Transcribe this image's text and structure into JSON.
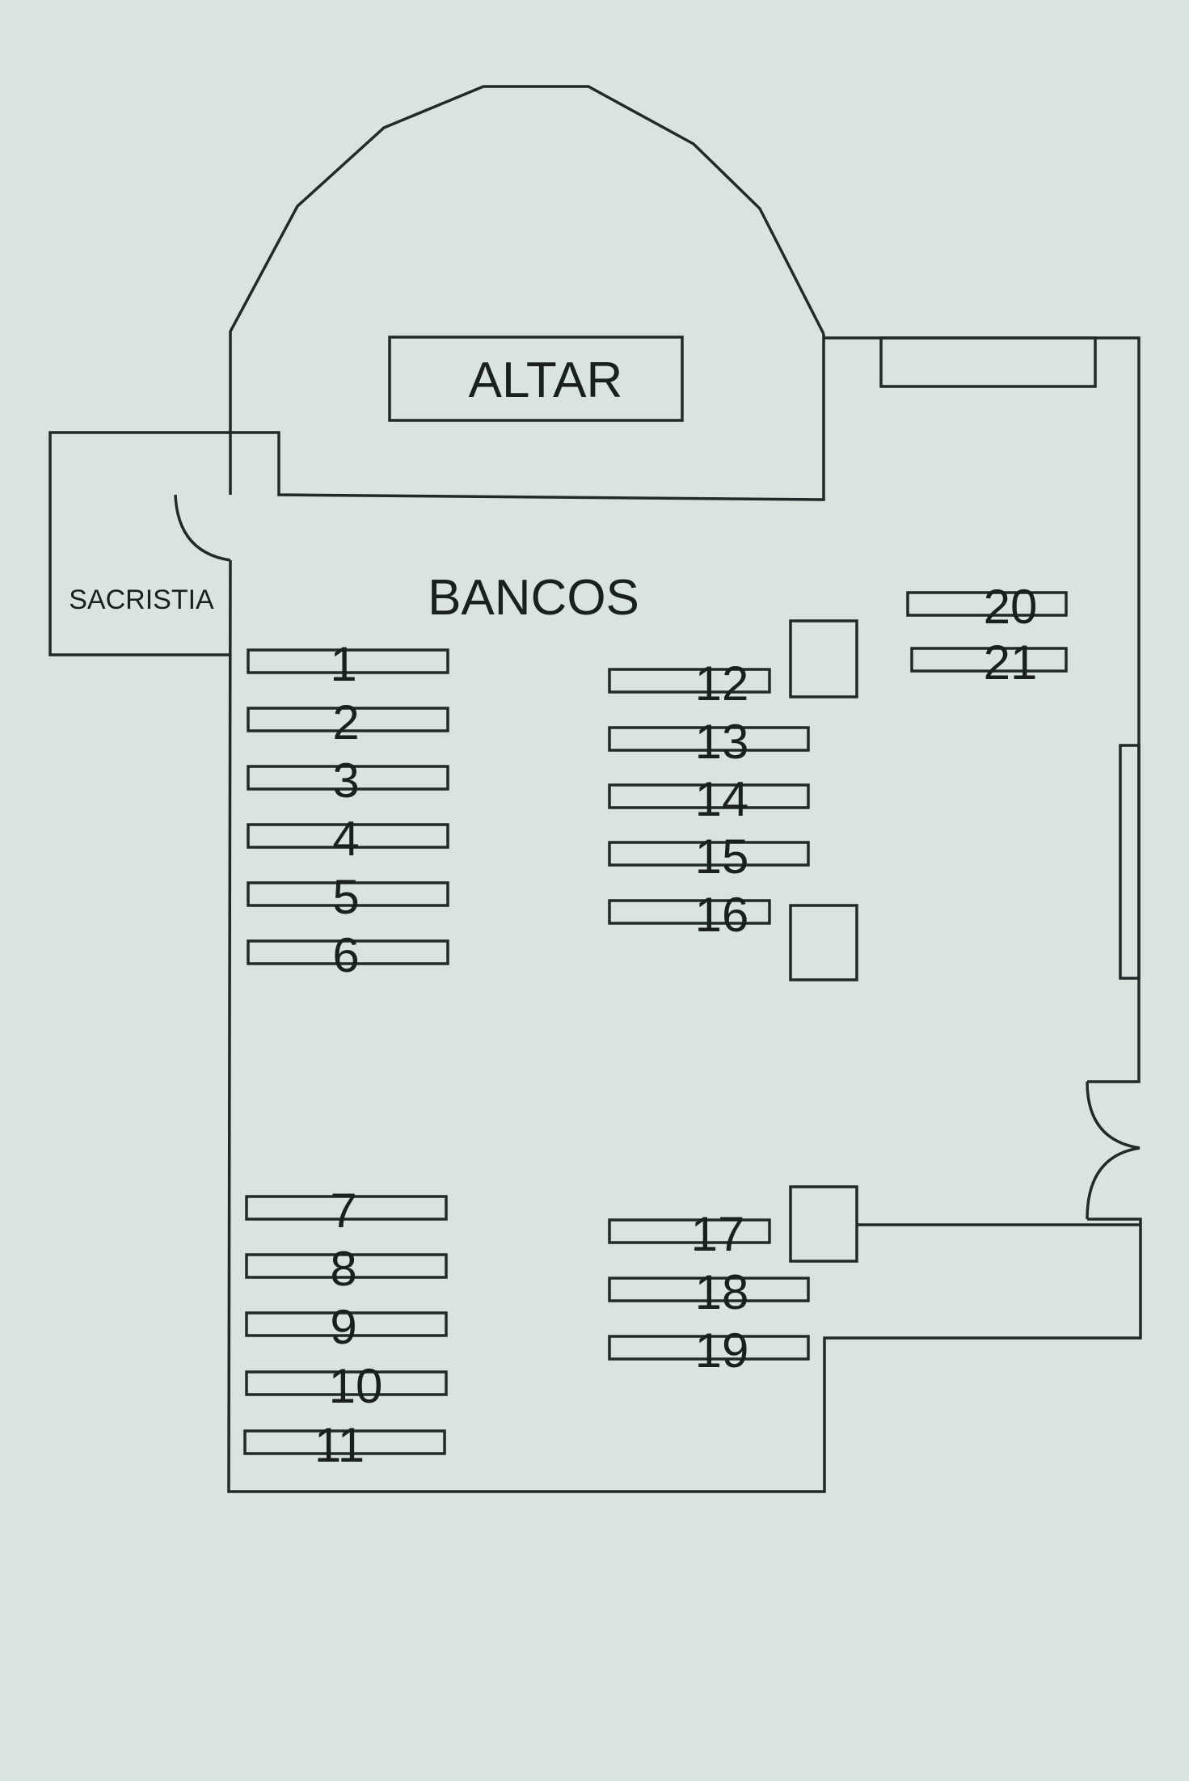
{
  "labels": {
    "altar": "ALTAR",
    "bancos": "BANCOS",
    "sacristia": "SACRISTIA"
  },
  "pews": [
    "1",
    "2",
    "3",
    "4",
    "5",
    "6",
    "7",
    "8",
    "9",
    "10",
    "11",
    "12",
    "13",
    "14",
    "15",
    "16",
    "17",
    "18",
    "19",
    "20",
    "21"
  ]
}
